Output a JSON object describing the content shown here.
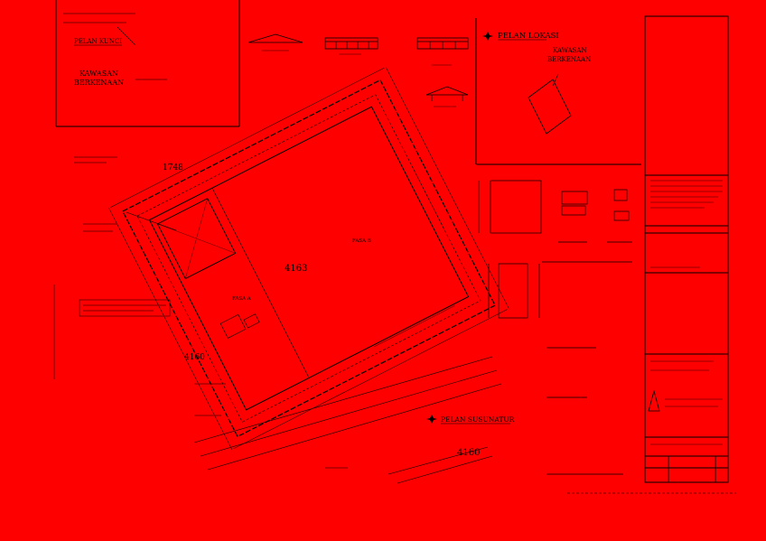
{
  "labels": {
    "pelan_kunci": "PELAN KUNCI",
    "kawasan_left_1": "KAWASAN",
    "kawasan_left_2": "BERKENAAN",
    "pelan_lokasi": "PELAN LOKASI",
    "kawasan_right_1": "KAWASAN",
    "kawasan_right_2": "BERKENAAN",
    "lot_1748": "1748",
    "lot_4163": "4163",
    "lot_4160_left": "4160",
    "lot_4160_bottom": "4160",
    "pelan_susunatur": "PELAN SUSUNATUR",
    "fasa_a": "FASA A",
    "fasa_b": "FASA B"
  },
  "colors": {
    "background": "#ff0000",
    "ink": "#000000"
  },
  "icons": {
    "north_arrow": "compass-star-icon"
  }
}
